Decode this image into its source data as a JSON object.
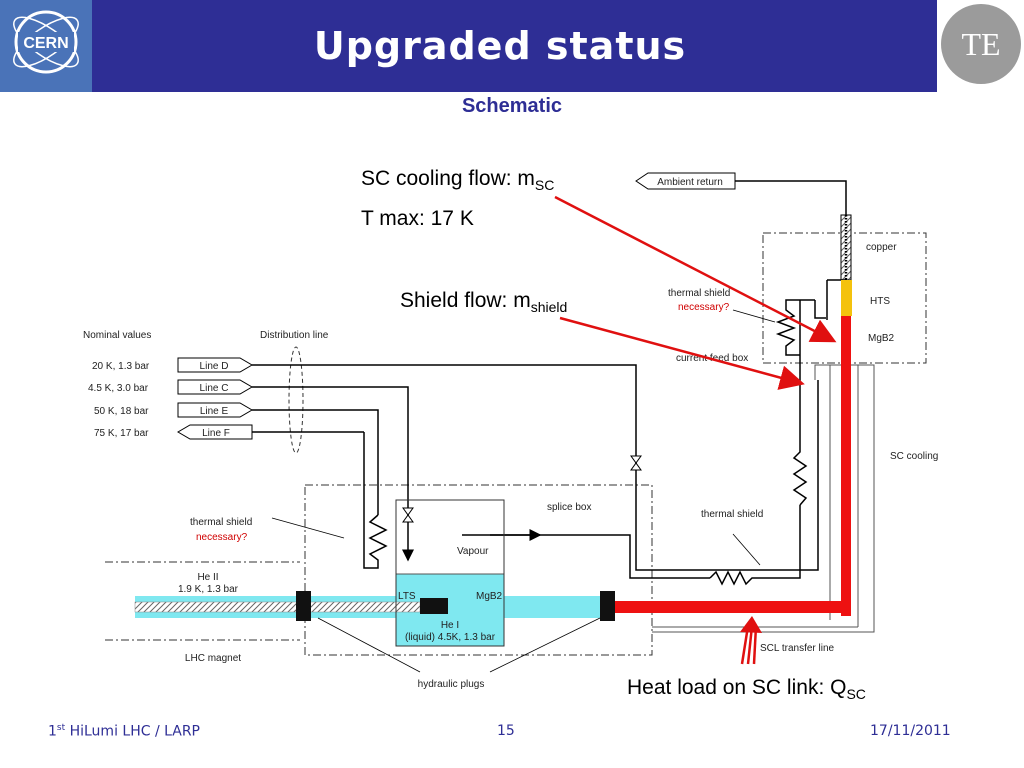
{
  "header": {
    "title": "Upgraded status",
    "subtitle": "Schematic",
    "left_logo_text": "CERN",
    "right_logo_text": "TE",
    "colors": {
      "banner": "#2e2e95",
      "cern_logo_bg": "#4a73b8",
      "te_logo_bg": "#9b9b9b"
    }
  },
  "annotations": {
    "sc_flow_prefix": "SC cooling flow: m",
    "sc_flow_sub": "SC",
    "tmax": "T max: 17 K",
    "shield_flow_prefix": "Shield flow: m",
    "shield_flow_sub": "shield",
    "heat_load_prefix": "Heat load on SC link: Q",
    "heat_load_sub": "SC",
    "arrow_color": "#e01010"
  },
  "diagram": {
    "nominal_values_header": "Nominal values",
    "distribution_line_header": "Distribution line",
    "lines": [
      {
        "value": "20 K, 1.3 bar",
        "name": "Line D"
      },
      {
        "value": "4.5 K, 3.0 bar",
        "name": "Line C"
      },
      {
        "value": "50 K, 18 bar",
        "name": "Line E"
      },
      {
        "value": "75 K, 17 bar",
        "name": "Line F"
      }
    ],
    "ambient_return": "Ambient return",
    "copper": "copper",
    "hts": "HTS",
    "mgb2_top": "MgB2",
    "thermal_shield_top": "thermal shield",
    "necessary_top": "necessary?",
    "current_feed_box": "current feed box",
    "sc_cooling": "SC cooling",
    "thermal_shield_right": "thermal shield",
    "splice_box": "splice box",
    "thermal_shield_left": "thermal shield",
    "necessary_left": "necessary?",
    "vapour": "Vapour",
    "he_ii": "He II",
    "he_ii_cond": "1.9 K, 1.3 bar",
    "lts": "LTS",
    "mgb2_bottom": "MgB2",
    "he_i": "He I",
    "he_i_cond": "(liquid) 4.5K, 1.3 bar",
    "lhc_magnet": "LHC magnet",
    "hydraulic_plugs": "hydraulic plugs",
    "scl_transfer_line": "SCL transfer line",
    "colors": {
      "superconductor": "#ee1111",
      "hts": "#f4c20d",
      "helium": "#7fe8f0",
      "plug": "#111111"
    }
  },
  "footer": {
    "left_num": "1",
    "left_sup": "st",
    "left_text": " HiLumi LHC / LARP",
    "page": "15",
    "date": "17/11/2011"
  }
}
